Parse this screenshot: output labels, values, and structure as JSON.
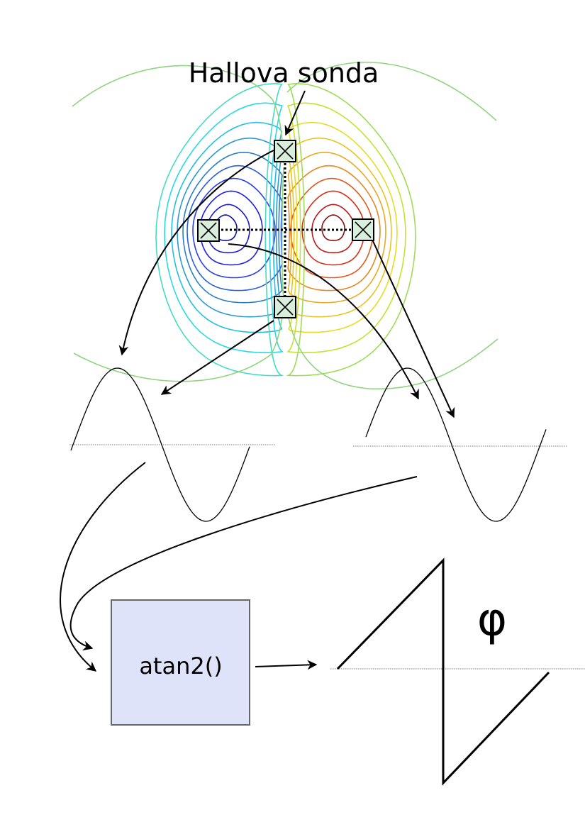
{
  "labels": {
    "probe": "Hallova sonda",
    "function": "atan2()",
    "phi": "φ"
  },
  "colors": {
    "outer_green": "#8fd47f",
    "blue_dark": "#1b1bd6",
    "cyan": "#1fd3e8",
    "red": "#d42a1a",
    "yellow": "#e8e020",
    "box_fill": "#dfe3f9",
    "box_stroke": "#666666",
    "sensor_fill": "#d9eedd"
  }
}
